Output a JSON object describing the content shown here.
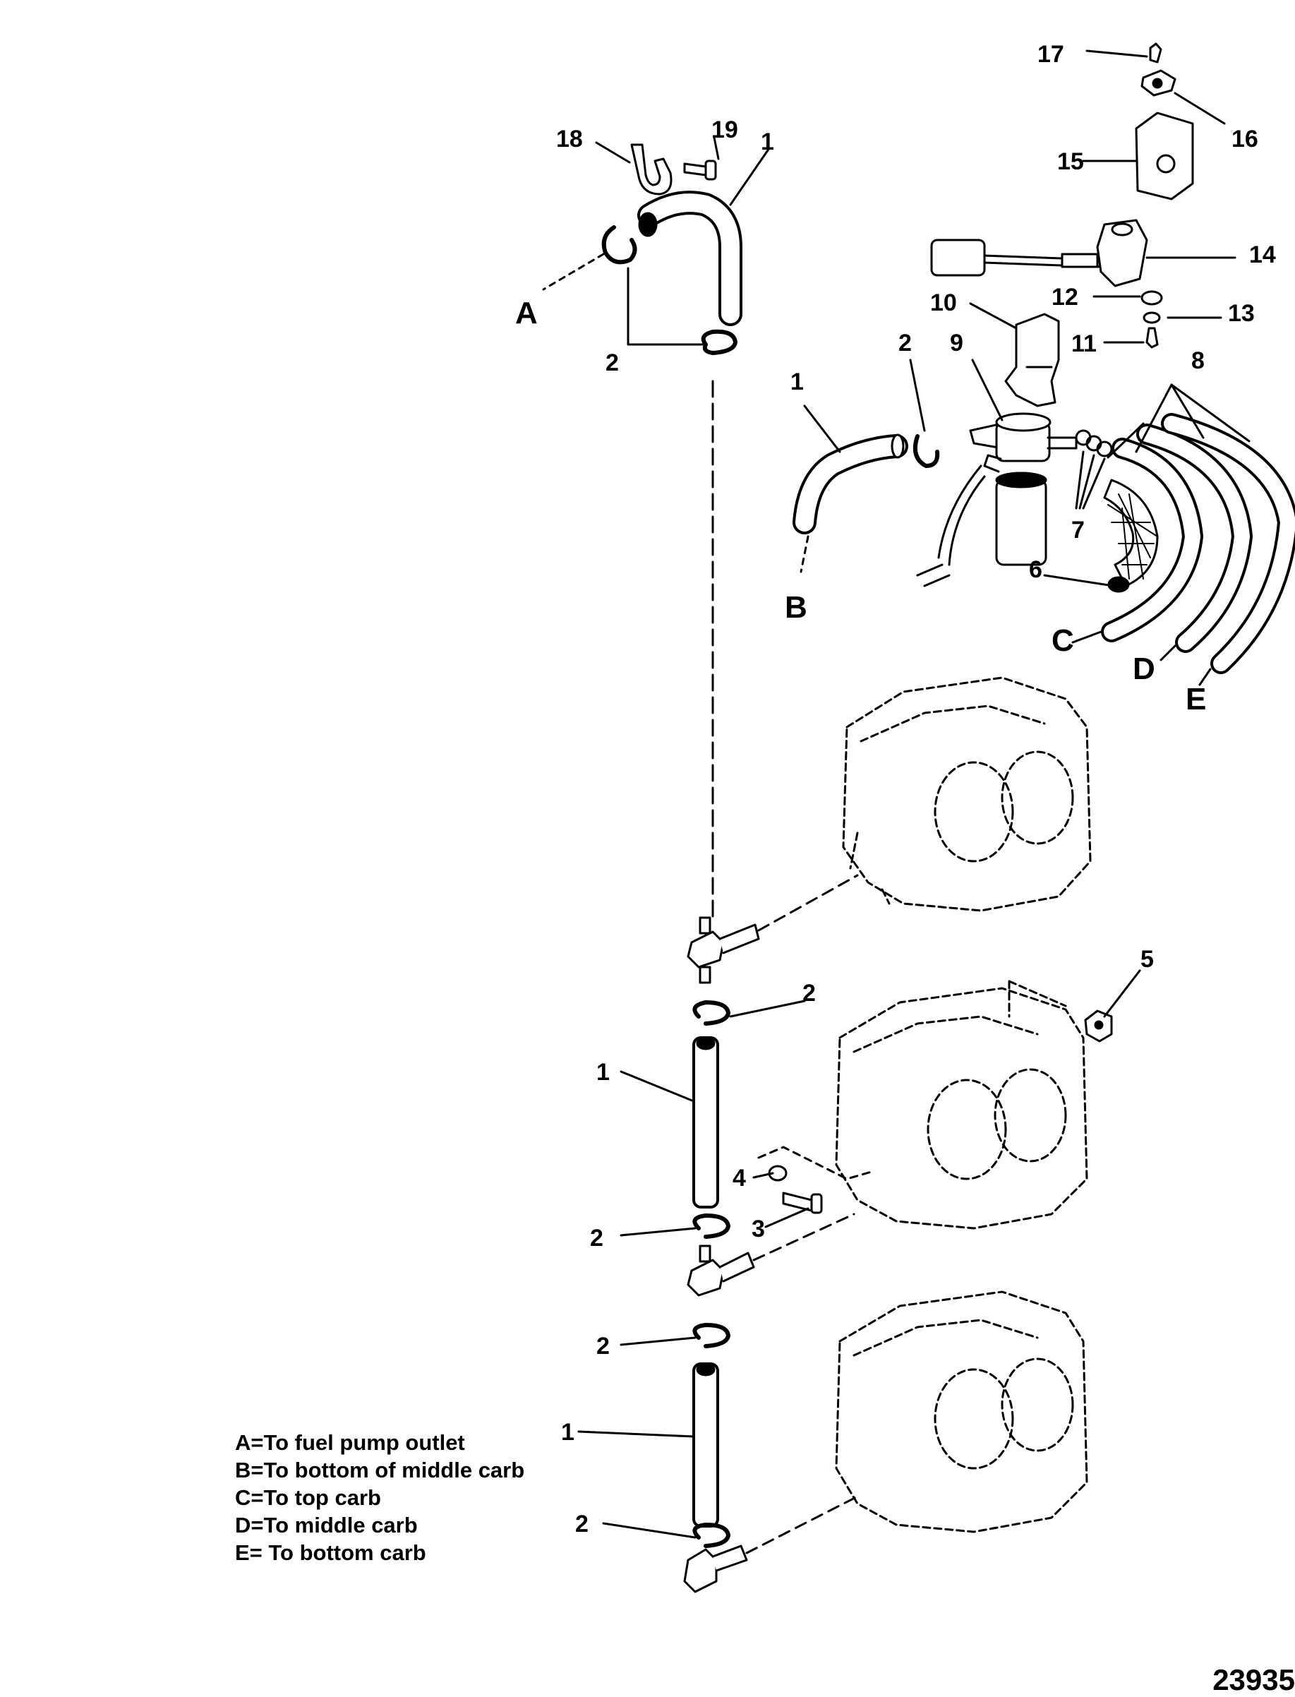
{
  "callouts": {
    "c1_top": "1",
    "c2_top": "2",
    "c18": "18",
    "c19": "19",
    "c17": "17",
    "c16": "16",
    "c15": "15",
    "c14": "14",
    "c12": "12",
    "c13": "13",
    "c11": "11",
    "c10": "10",
    "c9": "9",
    "c2_pump": "2",
    "c1_pump": "1",
    "c8": "8",
    "c7": "7",
    "c6": "6",
    "c5": "5",
    "c2_mid_a": "2",
    "c1_mid": "1",
    "c4": "4",
    "c3": "3",
    "c2_mid_b": "2",
    "c2_low_a": "2",
    "c1_low": "1",
    "c2_low_b": "2"
  },
  "letters": {
    "a": "A",
    "b": "B",
    "c": "C",
    "d": "D",
    "e": "E"
  },
  "legend": {
    "a": "A=To fuel pump outlet",
    "b": "B=To bottom of middle carb",
    "c": "C=To top carb",
    "d": "D=To middle carb",
    "e": "E= To bottom carb"
  },
  "reference_number": "23935"
}
